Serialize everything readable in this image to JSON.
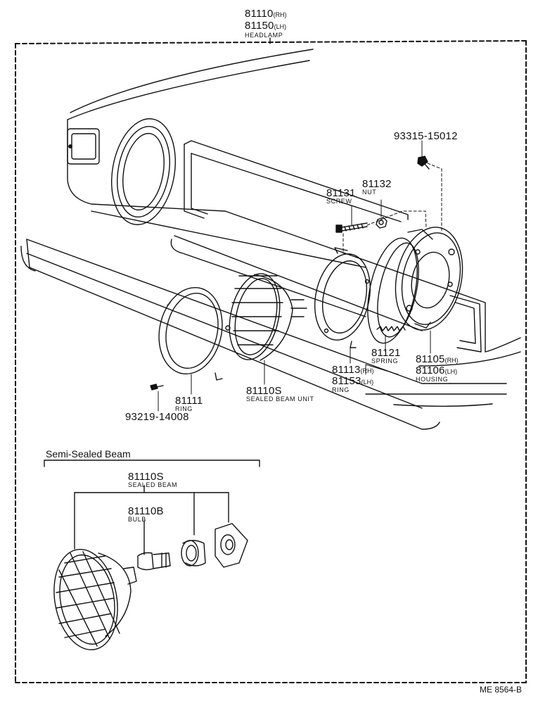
{
  "headlamp": {
    "part_rh": "81110",
    "suffix_rh": "(RH)",
    "part_lh": "81150",
    "suffix_lh": "(LH)",
    "name": "HEADLAMP"
  },
  "screw_bolt": {
    "part": "93315-15012"
  },
  "nut": {
    "part": "81132",
    "name": "NUT"
  },
  "screw": {
    "part": "81131",
    "name": "SCREW"
  },
  "spring": {
    "part": "81121",
    "name": "SPRING"
  },
  "housing": {
    "part_rh": "81105",
    "suffix_rh": "(RH)",
    "part_lh": "81106",
    "suffix_lh": "(LH)",
    "name": "HOUSING"
  },
  "inner_ring": {
    "part_rh": "81113",
    "suffix_rh": "(RH)",
    "part_lh": "81153",
    "suffix_lh": "(LH)",
    "name": "RING"
  },
  "sealed_beam_unit": {
    "part": "81110S",
    "name": "SEALED BEAM UNIT"
  },
  "outer_ring": {
    "part": "81111",
    "name": "RING"
  },
  "small_screw": {
    "part": "93219-14008"
  },
  "semi_sealed": {
    "title": "Semi-Sealed Beam",
    "beam_part": "81110S",
    "beam_name": "SEALED BEAM",
    "bulb_part": "81110B",
    "bulb_name": "BULB"
  },
  "ref_code": "ME 8564-B"
}
